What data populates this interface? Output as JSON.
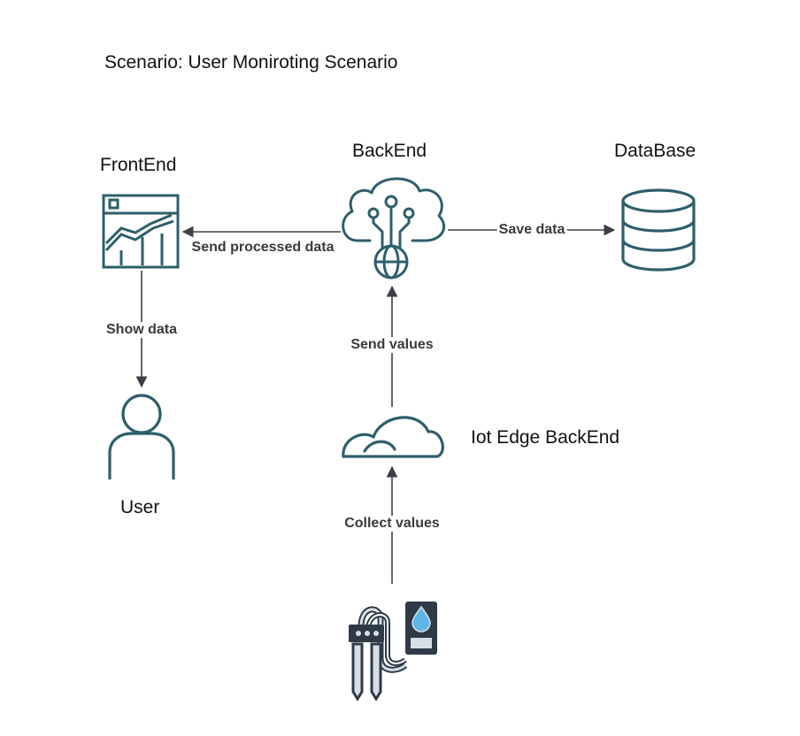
{
  "scenario_title": "Scenario: User Moniroting Scenario",
  "nodes": {
    "frontend": "FrontEnd",
    "backend": "BackEnd",
    "database": "DataBase",
    "user": "User",
    "iot_edge": "Iot Edge BackEnd"
  },
  "edges": {
    "send_processed": "Send processed data",
    "save_data": "Save data",
    "show_data": "Show data",
    "send_values": "Send values",
    "collect_values": "Collect values"
  },
  "colors": {
    "icon_teal": "#2e5f6b",
    "arrow": "#3c4046",
    "sensor_dark": "#2f3a48",
    "sensor_light": "#d7dee8",
    "water": "#5fb6e6"
  }
}
